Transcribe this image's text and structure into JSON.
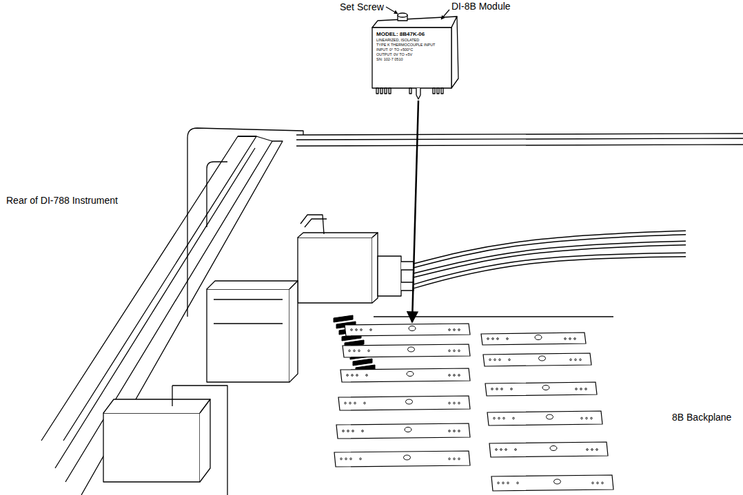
{
  "diagram": {
    "nodes": [
      {
        "text": [
          "MODEL: 8B47K-06",
          "LINEARIZED, ISOLATED",
          "TYPE K THERMOCOUPLE INPUT",
          "INPUT: 0° TO +500°C",
          "OUTPUT: 0V TO +5V",
          "SN: 102-7 0510"
        ]
      }
    ],
    "labels": [
      "Set Screw",
      "DI-8B Module",
      "Rear of DI-788 Instrument",
      "8B Backplane"
    ]
  }
}
